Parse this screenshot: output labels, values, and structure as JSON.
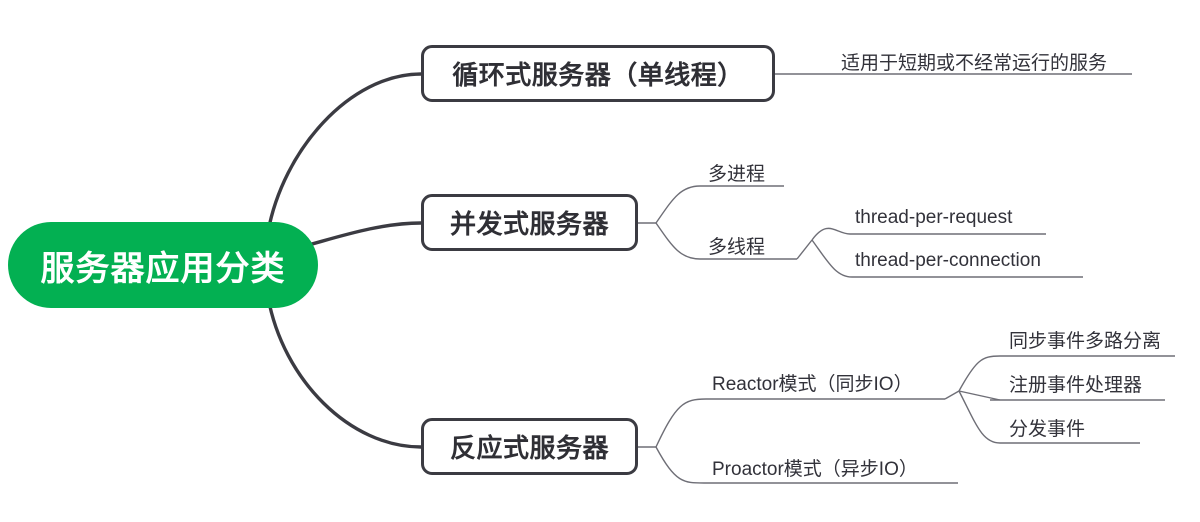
{
  "diagram": {
    "type": "mind-map",
    "title": "服务器应用分类",
    "background": "#ffffff",
    "root": {
      "label": "服务器应用分类",
      "fill": "#03b052",
      "text_color": "#ffffff"
    },
    "branches": [
      {
        "id": "cyclic",
        "label": "循环式服务器（单线程）",
        "children": [
          {
            "label": "适用于短期或不经常运行的服务",
            "children": []
          }
        ]
      },
      {
        "id": "concurrent",
        "label": "并发式服务器",
        "children": [
          {
            "label": "多进程",
            "children": []
          },
          {
            "label": "多线程",
            "children": [
              {
                "label": "thread-per-request"
              },
              {
                "label": "thread-per-connection"
              }
            ]
          }
        ]
      },
      {
        "id": "reactive",
        "label": "反应式服务器",
        "children": [
          {
            "label": "Reactor模式（同步IO）",
            "children": [
              {
                "label": "同步事件多路分离"
              },
              {
                "label": "注册事件处理器"
              },
              {
                "label": "分发事件"
              }
            ]
          },
          {
            "label": "Proactor模式（异步IO）",
            "children": []
          }
        ]
      }
    ],
    "style": {
      "box_border_color": "#3b3b42",
      "box_fill": "#ffffff",
      "box_text_color": "#2f2f35",
      "main_connector_color": "#3b3b42",
      "sub_connector_color": "#6e6e76",
      "leaf_text_color": "#32323a"
    }
  }
}
